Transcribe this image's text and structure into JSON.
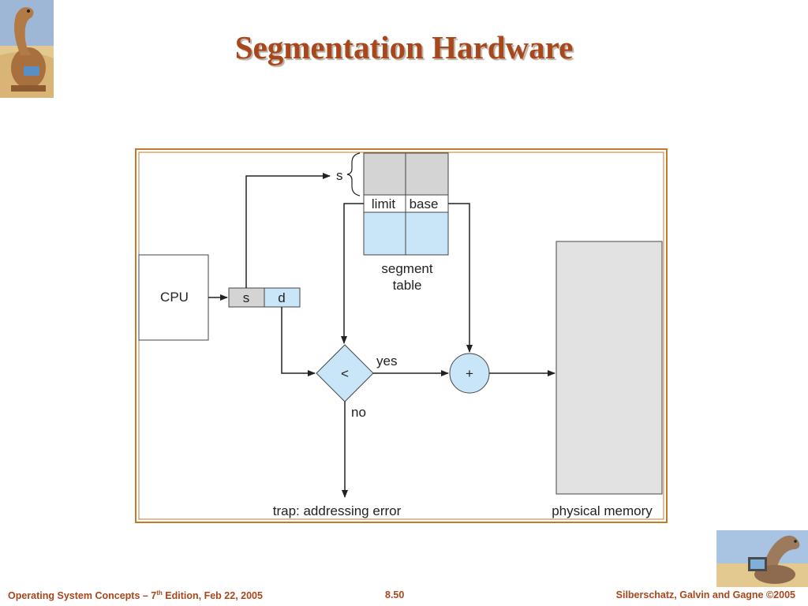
{
  "slide": {
    "title": "Segmentation Hardware"
  },
  "diagram": {
    "cpu_label": "CPU",
    "address_s": "s",
    "address_d": "d",
    "s_pointer_label": "s",
    "limit_label": "limit",
    "base_label": "base",
    "segment_table_line1": "segment",
    "segment_table_line2": "table",
    "compare_symbol": "<",
    "add_symbol": "+",
    "yes_label": "yes",
    "no_label": "no",
    "trap_label": "trap: addressing error",
    "memory_label": "physical memory"
  },
  "footer": {
    "book_prefix": "Operating System Concepts – 7",
    "book_sup": "th",
    "book_suffix": " Edition, Feb 22, 2005",
    "page": "8.50",
    "authors": "Silberschatz, Galvin and Gagne ©2005"
  },
  "colors": {
    "title": "#a8471c",
    "frame": "#c47a2e",
    "light_blue": "#c8e6f8",
    "gray": "#d4d4d4"
  },
  "icons": [
    "dinosaur-logo-icon",
    "dinosaur-laptop-logo-icon"
  ]
}
